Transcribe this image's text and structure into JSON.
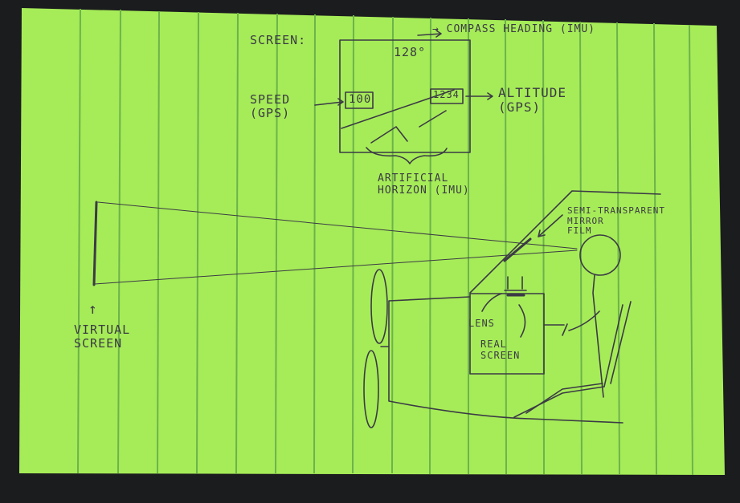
{
  "colors": {
    "background": "#1b1c1e",
    "paper": "#a6ec58",
    "rule_lines": "#6db34b",
    "pencil": "#3b3a45"
  },
  "screen_sketch": {
    "label": "SCREEN:",
    "heading_value": "128°",
    "speed_value": "100",
    "altitude_value": "1234"
  },
  "annotations": {
    "compass": "→ COMPASS HEADING (IMU)",
    "speed": "SPEED\n(GPS)",
    "altitude": "ALTITUDE\n(GPS)",
    "horizon": "ARTIFICIAL\nHORIZON (IMU)",
    "mirror": "SEMI-TRANSPARENT\nMIRROR\nFILM",
    "lens": "LENS",
    "real_screen": "REAL\nSCREEN",
    "virtual_screen": "VIRTUAL\nSCREEN",
    "virtual_arrow": "↑"
  }
}
